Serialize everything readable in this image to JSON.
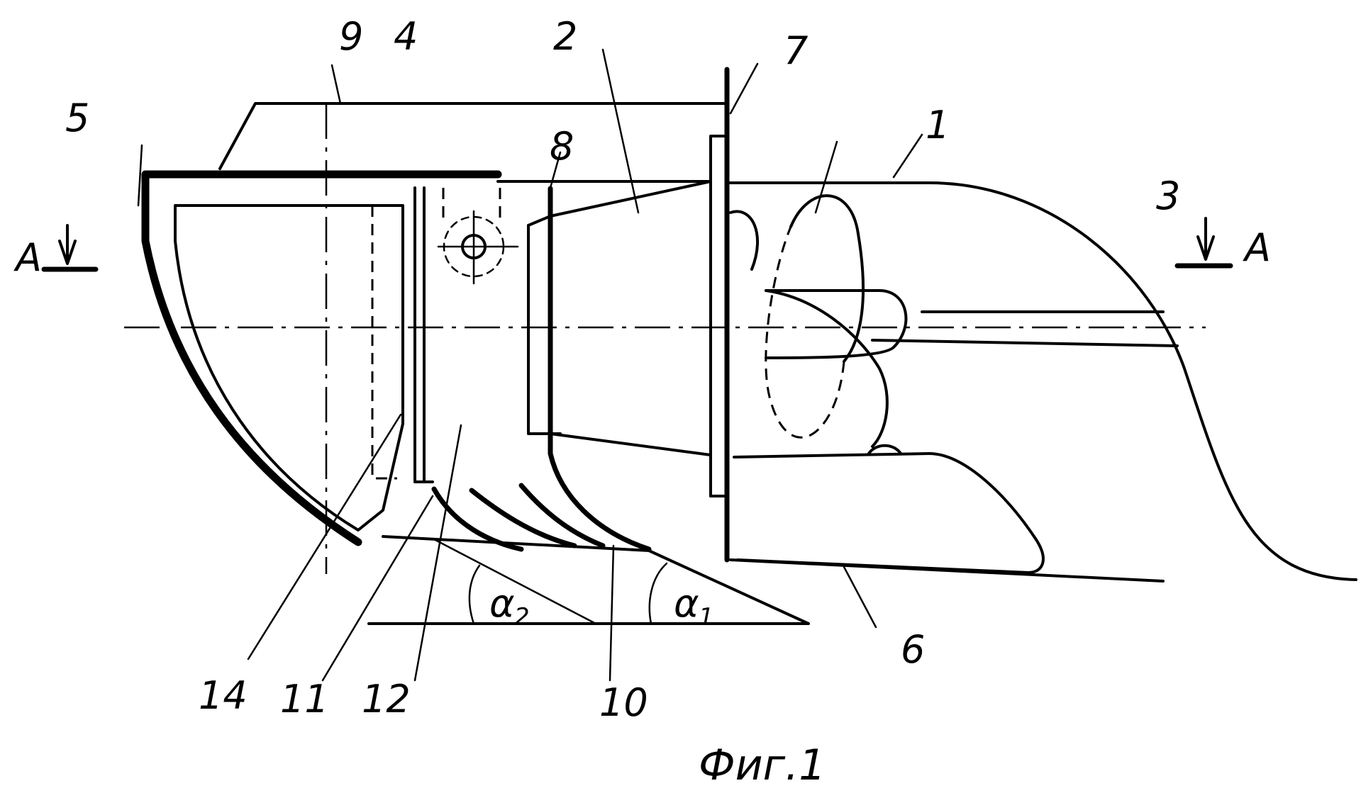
{
  "labels": {
    "l1": "1",
    "l2": "2",
    "l3": "3",
    "l4": "4",
    "l5": "5",
    "l6": "6",
    "l7": "7",
    "l8": "8",
    "l9": "9",
    "l10": "10",
    "l11": "11",
    "l12": "12",
    "l14": "14"
  },
  "section": {
    "left": "A",
    "right": "A"
  },
  "angles": {
    "a1_symbol": "α",
    "a1_sub": "1",
    "a2_symbol": "α",
    "a2_sub": "2"
  },
  "caption": "Фиг.1"
}
